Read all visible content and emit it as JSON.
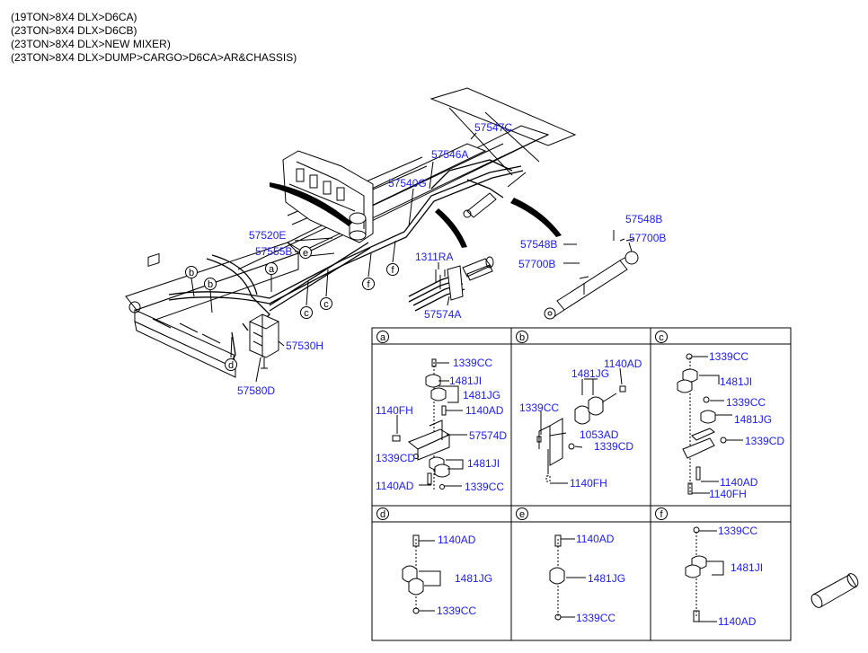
{
  "header": {
    "lines": [
      "(19TON>8X4 DLX>D6CA)",
      "(23TON>8X4 DLX>D6CB)",
      "(23TON>8X4 DLX>NEW MIXER)",
      "(23TON>8X4 DLX>DUMP>CARGO>D6CA>AR&CHASSIS)"
    ]
  },
  "colors": {
    "part_label": "#1a1aff",
    "line": "#000000"
  },
  "main_labels": {
    "p57547C": "57547C",
    "p57546A": "57546A",
    "p57540G": "57540G",
    "p57520E": "57520E",
    "p57555B": "57555B",
    "p1311RA": "1311RA",
    "p57574A": "57574A",
    "p57530H": "57530H",
    "p57580D": "57580D",
    "p57548B_top": "57548B",
    "p57700B_top": "57700B",
    "p57548B_mid": "57548B",
    "p57700B_mid": "57700B"
  },
  "callouts": {
    "a": "a",
    "b1": "b",
    "b2": "b",
    "c1": "c",
    "c2": "c",
    "d": "d",
    "e": "e",
    "f1": "f",
    "f2": "f"
  },
  "panels": {
    "a": {
      "tag": "a",
      "labels": [
        "1339CC",
        "1481JI",
        "1481JG",
        "1140AD",
        "1140FH",
        "57574D",
        "1339CD",
        "1481JI",
        "1140AD",
        "1339CC"
      ]
    },
    "b": {
      "tag": "b",
      "labels": [
        "1140AD",
        "1481JG",
        "1339CC",
        "1053AD",
        "1339CD",
        "1140FH"
      ]
    },
    "c": {
      "tag": "c",
      "labels": [
        "1339CC",
        "1481JI",
        "1339CC",
        "1481JG",
        "1339CD",
        "1140AD",
        "1140FH"
      ]
    },
    "d": {
      "tag": "d",
      "labels": [
        "1140AD",
        "1481JG",
        "1339CC"
      ]
    },
    "e": {
      "tag": "e",
      "labels": [
        "1140AD",
        "1481JG",
        "1339CC"
      ]
    },
    "f": {
      "tag": "f",
      "labels": [
        "1339CC",
        "1481JI",
        "1140AD"
      ]
    }
  }
}
